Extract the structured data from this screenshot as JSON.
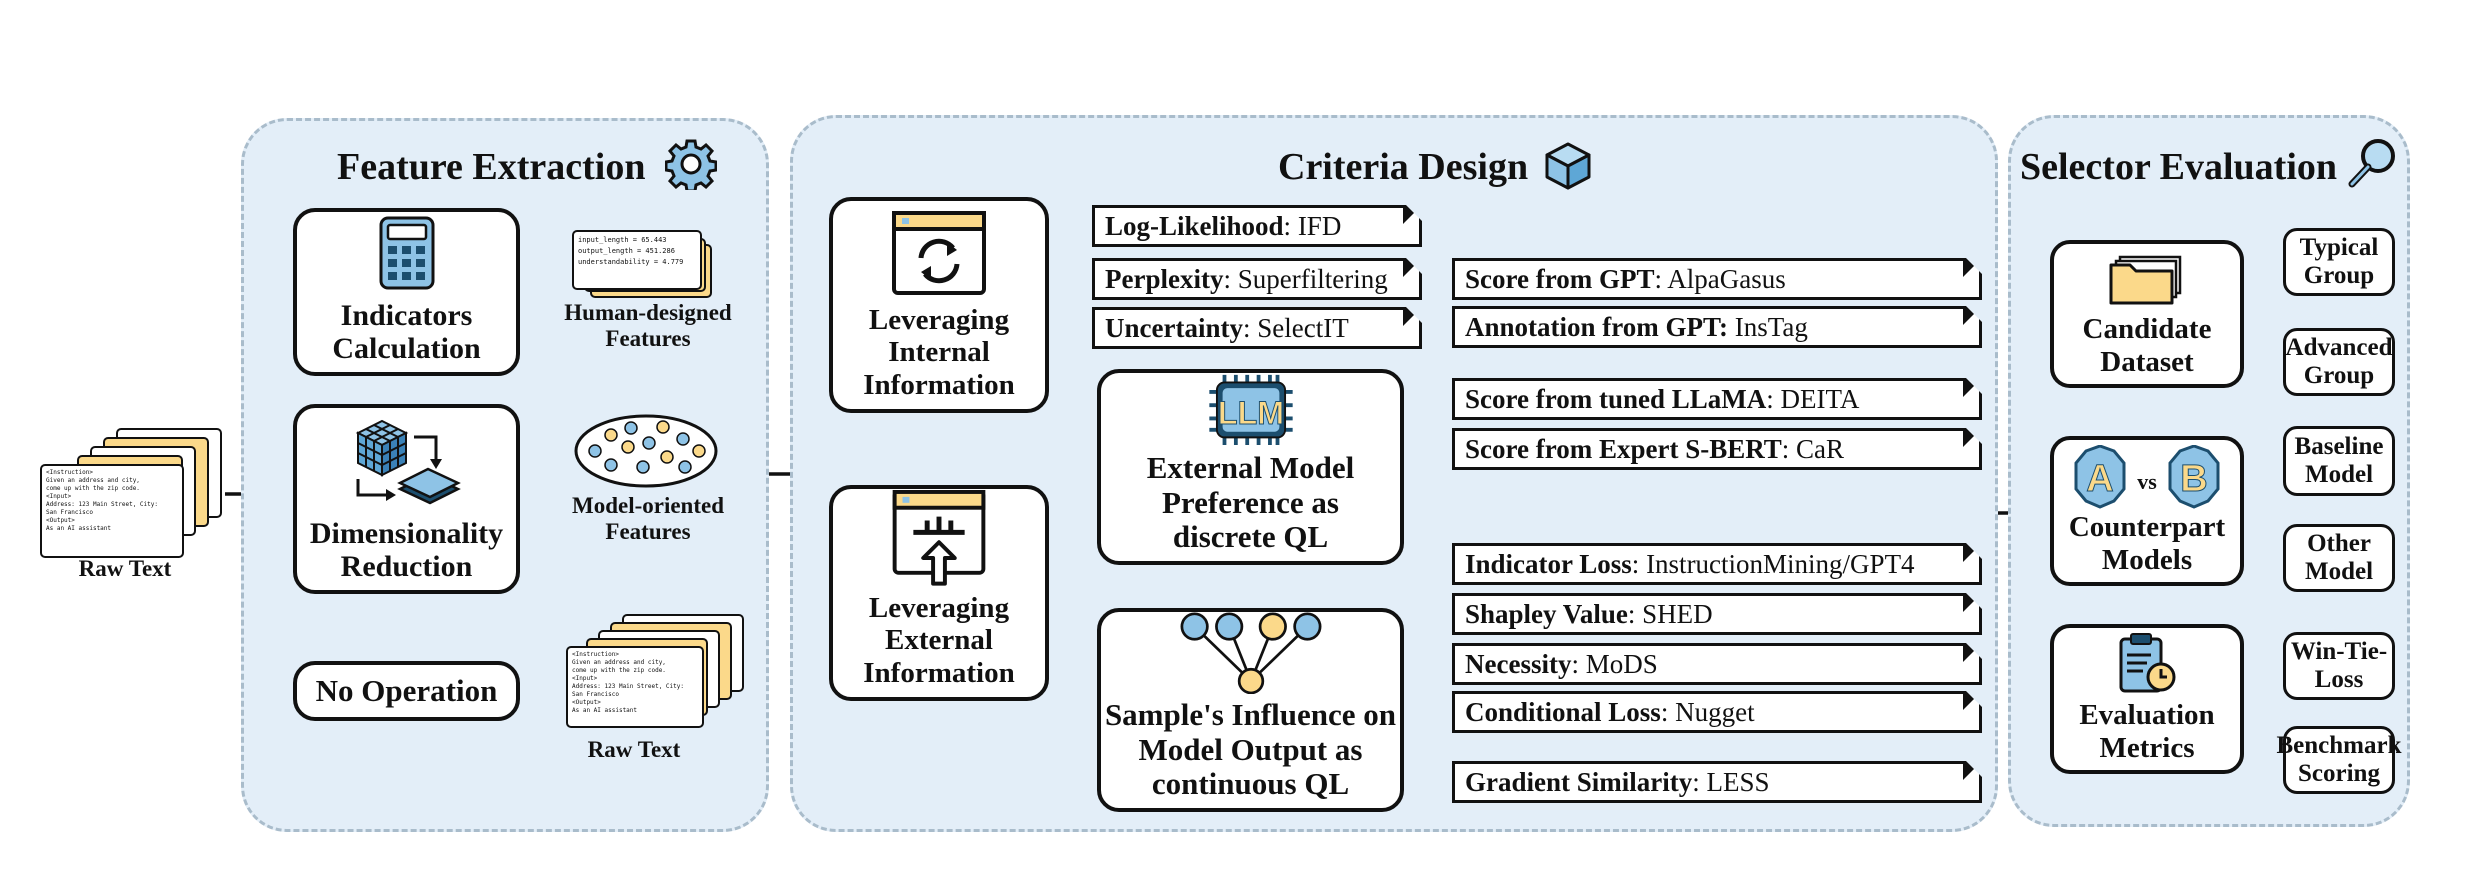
{
  "panels": {
    "feature_extraction": {
      "title": "Feature Extraction",
      "icon": "gear-icon"
    },
    "criteria_design": {
      "title": "Criteria Design",
      "icon": "cube-icon"
    },
    "selector_evaluation": {
      "title": "Selector Evaluation",
      "icon": "magnifier-icon"
    }
  },
  "raw_text": {
    "label": "Raw Text",
    "snippet": "<Instruction>\nGiven an address and city,\ncome up with the zip code.\n<Input>\nAddress: 123 Main Street, City:\nSan Francisco\n<Output>\nAs an AI assistant"
  },
  "feature_extraction": {
    "indicators": {
      "label": "Indicators Calculation",
      "icon": "calculator-icon"
    },
    "dimensionality": {
      "label": "Dimensionality Reduction",
      "icon": "cube-layers-icon"
    },
    "no_operation": {
      "label": "No Operation"
    },
    "human_features": {
      "label": "Human-designed Features",
      "snippet": "input_length = 65.443\noutput_length = 451.286\nunderstandability = 4.779"
    },
    "model_features": {
      "label": "Model-oriented Features",
      "icon": "scatter-ellipse-icon"
    },
    "raw_text_out": {
      "label": "Raw Text"
    }
  },
  "criteria": {
    "internal": {
      "label": "Leveraging Internal Information",
      "icon": "refresh-window-icon"
    },
    "external": {
      "label": "Leveraging External Information",
      "icon": "upload-window-icon"
    },
    "internal_items": [
      {
        "key": "Log-Likelihood",
        "value": "IFD"
      },
      {
        "key": "Perplexity",
        "value": "Superfiltering"
      },
      {
        "key": "Uncertainty",
        "value": "SelectIT"
      }
    ],
    "model_pref": {
      "label": "External Model Preference as discrete QL",
      "icon": "llm-chip-icon",
      "icon_text": "LLM"
    },
    "influence": {
      "label": "Sample's Influence on Model Output as continuous QL",
      "icon": "neural-network-icon"
    },
    "pref_items": [
      {
        "key": "Score from GPT",
        "value": "AlpaGasus"
      },
      {
        "key": "Annotation from GPT:",
        "value": "InsTag"
      },
      {
        "key": "Score from tuned LLaMA",
        "value": "DEITA"
      },
      {
        "key": "Score from Expert S-BERT",
        "value": "CaR"
      }
    ],
    "influence_items": [
      {
        "key": "Indicator Loss",
        "value": "InstructionMining/GPT4"
      },
      {
        "key": "Shapley Value",
        "value": "SHED"
      },
      {
        "key": "Necessity",
        "value": "MoDS"
      },
      {
        "key": "Conditional Loss",
        "value": "Nugget"
      },
      {
        "key": "Gradient Similarity",
        "value": "LESS"
      }
    ]
  },
  "evaluation": {
    "candidate": {
      "label": "Candidate Dataset",
      "icon": "folder-icon",
      "options": [
        "Typical Group",
        "Advanced Group"
      ]
    },
    "counterpart": {
      "label": "Counterpart Models",
      "icon": "versus-icon",
      "left": "A",
      "vs": "vs",
      "right": "B",
      "options": [
        "Baseline Model",
        "Other Model"
      ]
    },
    "metrics": {
      "label": "Evaluation Metrics",
      "icon": "clipboard-clock-icon",
      "options": [
        "Win-Tie-Loss",
        "Benchmark Scoring"
      ]
    }
  },
  "colors": {
    "panel_bg": "#e3eef8",
    "panel_border": "#a9bccb",
    "accent_blue": "#8ec3e6",
    "accent_yellow": "#fbd98a",
    "dark_blue": "#1c4e6e"
  }
}
